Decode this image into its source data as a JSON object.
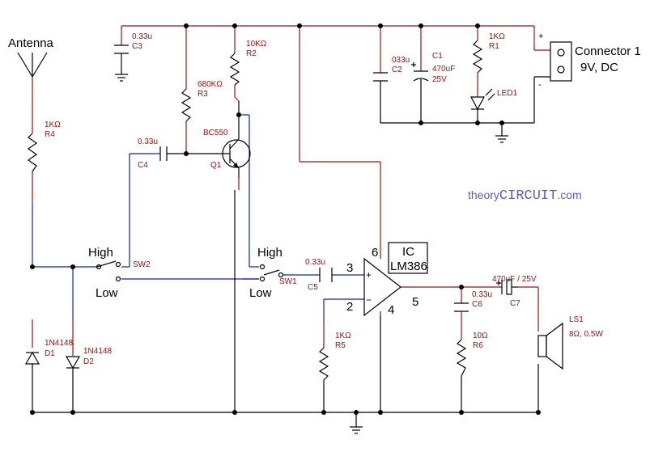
{
  "labels": {
    "antenna": "Antenna",
    "r4_val": "1KΩ",
    "r4": "R4",
    "c3_val": "0.33u",
    "c3": "C3",
    "r2_val": "10KΩ",
    "r2": "R2",
    "r3_val": "680KΩ",
    "r3": "R3",
    "q1_part": "BC550",
    "q1": "Q1",
    "c4_val": "0.33u",
    "c4": "C4",
    "c2_val": "033u",
    "c2": "C2",
    "c1": "C1",
    "c1_val": "470uF",
    "c1_volt": "25V",
    "r1_val": "1KΩ",
    "r1": "R1",
    "led1": "LED1",
    "plus": "+",
    "minus": "-",
    "connector": "Connector 1",
    "connector_spec": "9V, DC",
    "brand_theory": "theory",
    "brand_circuit": "CIRCUIT",
    "brand_com": ".com",
    "sw2_high": "High",
    "sw2_low": "Low",
    "sw2": "SW2",
    "sw1_high": "High",
    "sw1_low": "Low",
    "sw1": "SW1",
    "c5_val": "0.33u",
    "c5": "C5",
    "ic_label": "IC",
    "ic_part": "LM386",
    "pin6": "6",
    "pin3": "3",
    "pin2": "2",
    "pin4": "4",
    "pin5": "5",
    "opamp_plus": "+",
    "opamp_minus": "−",
    "r5_val": "1KΩ",
    "r5": "R5",
    "c6_val": "0.33u",
    "c6": "C6",
    "r6_val": "10Ω",
    "r6": "R6",
    "c7_val": "470uF / 25V",
    "c7": "C7",
    "ls1": "LS1",
    "ls1_val": "8Ω, 0.5W",
    "d1_part": "1N4148",
    "d1": "D1",
    "d2_part": "1N4148",
    "d2": "D2"
  },
  "colors": {
    "red_wire": "#a01010",
    "blue_wire": "#1020b0",
    "brand": "#5a5ad0"
  }
}
